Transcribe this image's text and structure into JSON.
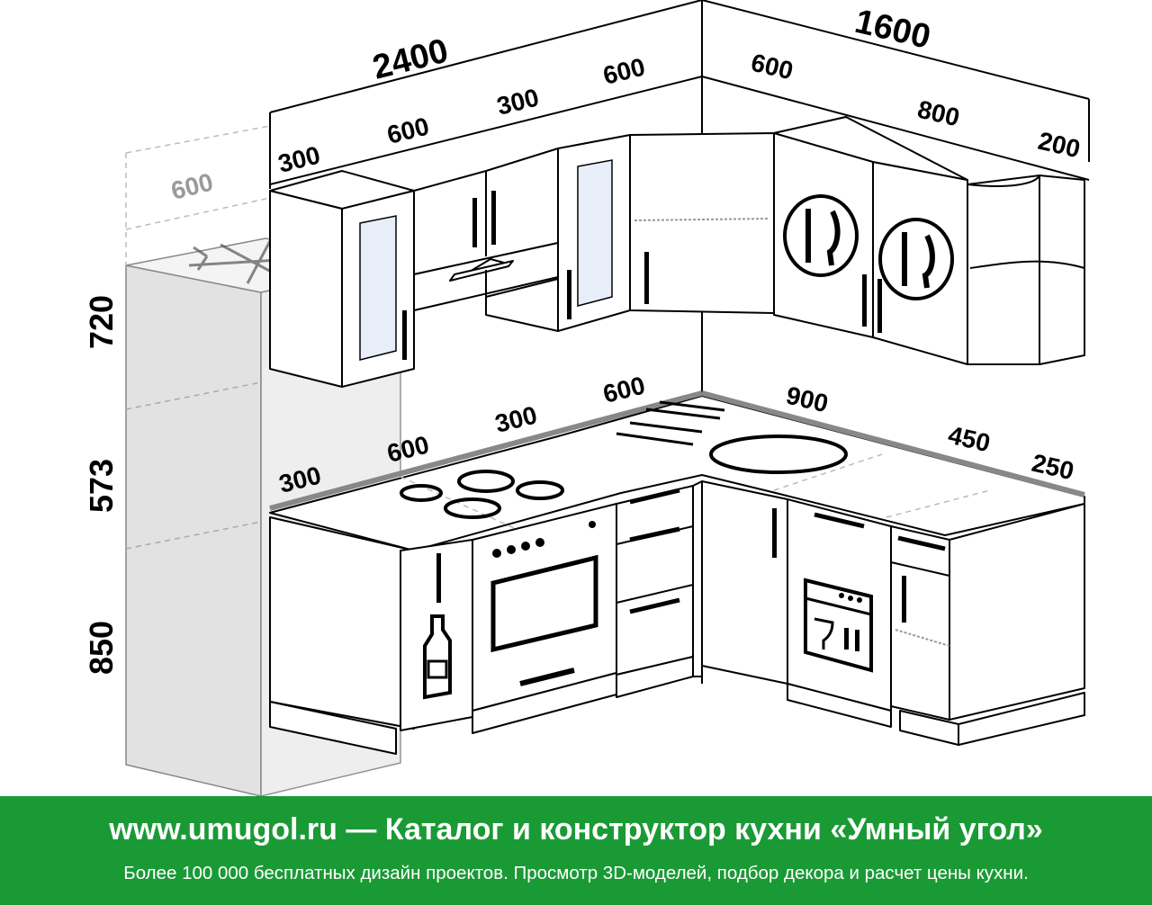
{
  "dimensions": {
    "total_left": "2400",
    "total_right": "1600",
    "upper_left": [
      "300",
      "600",
      "300",
      "600"
    ],
    "upper_right": [
      "600",
      "800",
      "200"
    ],
    "fridge_depth": "600",
    "heights": [
      "720",
      "573",
      "850"
    ],
    "lower_left": [
      "300",
      "600",
      "300",
      "600"
    ],
    "lower_right": [
      "900",
      "450",
      "250"
    ]
  },
  "icons": [
    "snowflake-icon",
    "cutlery-icon",
    "cutlery-icon",
    "bottle-icon",
    "oven-icon",
    "dishwasher-icon",
    "hob-icon",
    "sink-icon",
    "range-hood-icon"
  ],
  "colors": {
    "banner": "#1a9a35",
    "fridge": "#ececec",
    "line": "#000000"
  },
  "banner": {
    "title": "www.umugol.ru — Каталог и конструктор кухни «Умный угол»",
    "subtitle": "Более 100 000 бесплатных дизайн проектов. Просмотр 3D-моделей, подбор декора и расчет цены кухни."
  }
}
